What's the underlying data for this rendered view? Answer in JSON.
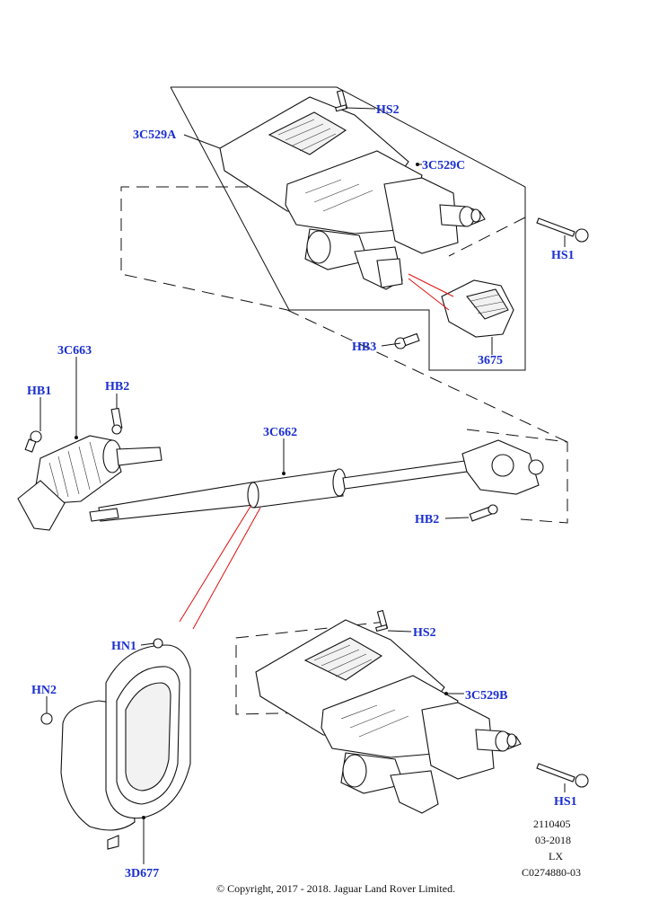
{
  "callouts": {
    "hs2_top": "HS2",
    "c529a": "3C529A",
    "c529c": "3C529C",
    "hs1_top": "HS1",
    "hb3": "HB3",
    "p3675": "3675",
    "c663": "3C663",
    "hb1": "HB1",
    "hb2_left": "HB2",
    "c662": "3C662",
    "hb2_right": "HB2",
    "hn1": "HN1",
    "hs2_bottom": "HS2",
    "c529b": "3C529B",
    "hn2": "HN2",
    "hs1_bottom": "HS1",
    "d677": "3D677"
  },
  "meta": {
    "code": "2110405",
    "date": "03-2018",
    "variant": "LX",
    "ref": "C0274880-03"
  },
  "copyright": "© Copyright, 2017 - 2018. Jaguar Land Rover Limited.",
  "colors": {
    "callout": "#1a2fcf",
    "linework": "#111111",
    "highlight_lines": "#e01010"
  }
}
